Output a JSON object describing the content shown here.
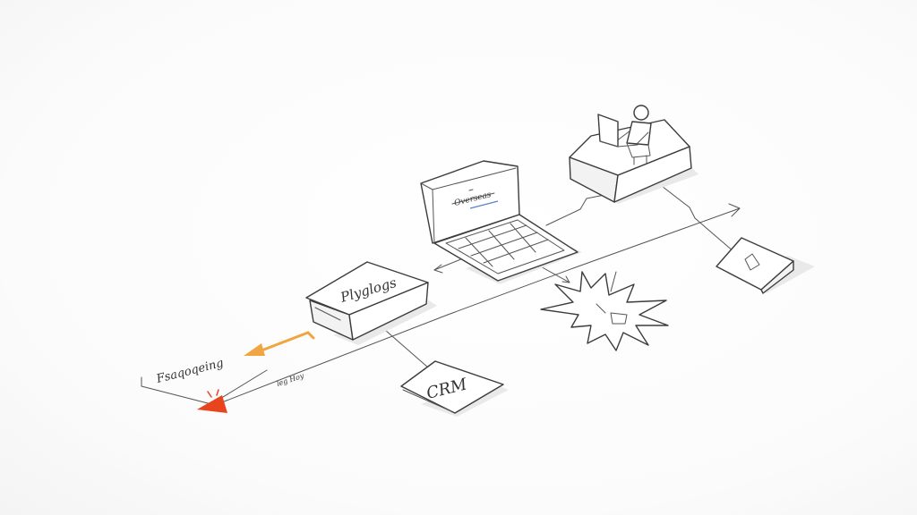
{
  "labels": {
    "plugins": "Plyglogs",
    "crm": "CRM",
    "left_block": "Fsaqoqeing",
    "laptop_screen": "Overseas",
    "small_marks": "leg Hoy"
  },
  "colors": {
    "ink": "#3c3c3c",
    "shadow": "#e6e6e6",
    "orange_arrow": "#f0a540",
    "red_arrow": "#e8451e"
  },
  "icons": {
    "person_desk": "person-at-laptop-icon",
    "laptop": "laptop-icon",
    "burst": "burst-icon",
    "device": "device-icon"
  }
}
